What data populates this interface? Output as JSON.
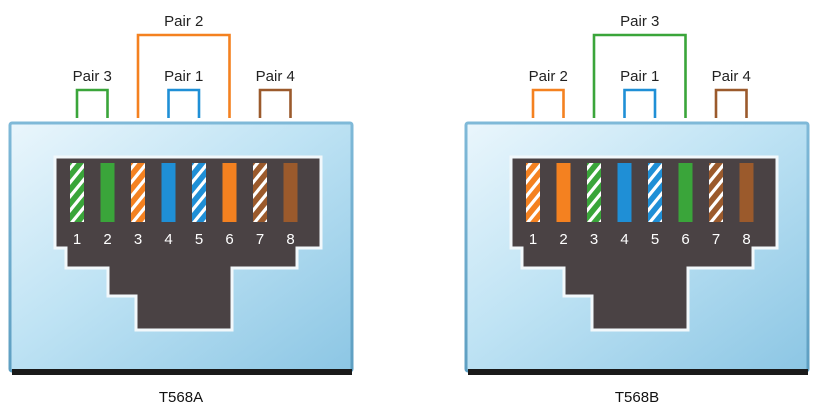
{
  "colors": {
    "green": "#3aa53a",
    "orange": "#f48120",
    "blue": "#1f8fd6",
    "brown": "#9b5a2c",
    "housing_dark": "#4a4244",
    "pin_slot": "#2a2627",
    "frame_light": "#d9eef8",
    "frame_mid": "#9fd0ea"
  },
  "connectors": [
    {
      "id": "t568a",
      "label": "T568A",
      "pins": [
        {
          "num": "1",
          "color": "green",
          "striped": true
        },
        {
          "num": "2",
          "color": "green",
          "striped": false
        },
        {
          "num": "3",
          "color": "orange",
          "striped": true
        },
        {
          "num": "4",
          "color": "blue",
          "striped": false
        },
        {
          "num": "5",
          "color": "blue",
          "striped": true
        },
        {
          "num": "6",
          "color": "orange",
          "striped": false
        },
        {
          "num": "7",
          "color": "brown",
          "striped": true
        },
        {
          "num": "8",
          "color": "brown",
          "striped": false
        }
      ],
      "pairs": [
        {
          "label": "Pair 3",
          "color": "green",
          "pins": [
            1,
            2
          ],
          "level": "low"
        },
        {
          "label": "Pair 2",
          "color": "orange",
          "pins": [
            3,
            6
          ],
          "level": "high"
        },
        {
          "label": "Pair 1",
          "color": "blue",
          "pins": [
            4,
            5
          ],
          "level": "low"
        },
        {
          "label": "Pair 4",
          "color": "brown",
          "pins": [
            7,
            8
          ],
          "level": "low"
        }
      ]
    },
    {
      "id": "t568b",
      "label": "T568B",
      "pins": [
        {
          "num": "1",
          "color": "orange",
          "striped": true
        },
        {
          "num": "2",
          "color": "orange",
          "striped": false
        },
        {
          "num": "3",
          "color": "green",
          "striped": true
        },
        {
          "num": "4",
          "color": "blue",
          "striped": false
        },
        {
          "num": "5",
          "color": "blue",
          "striped": true
        },
        {
          "num": "6",
          "color": "green",
          "striped": false
        },
        {
          "num": "7",
          "color": "brown",
          "striped": true
        },
        {
          "num": "8",
          "color": "brown",
          "striped": false
        }
      ],
      "pairs": [
        {
          "label": "Pair 2",
          "color": "orange",
          "pins": [
            1,
            2
          ],
          "level": "low"
        },
        {
          "label": "Pair 3",
          "color": "green",
          "pins": [
            3,
            6
          ],
          "level": "high"
        },
        {
          "label": "Pair 1",
          "color": "blue",
          "pins": [
            4,
            5
          ],
          "level": "low"
        },
        {
          "label": "Pair 4",
          "color": "brown",
          "pins": [
            7,
            8
          ],
          "level": "low"
        }
      ]
    }
  ]
}
